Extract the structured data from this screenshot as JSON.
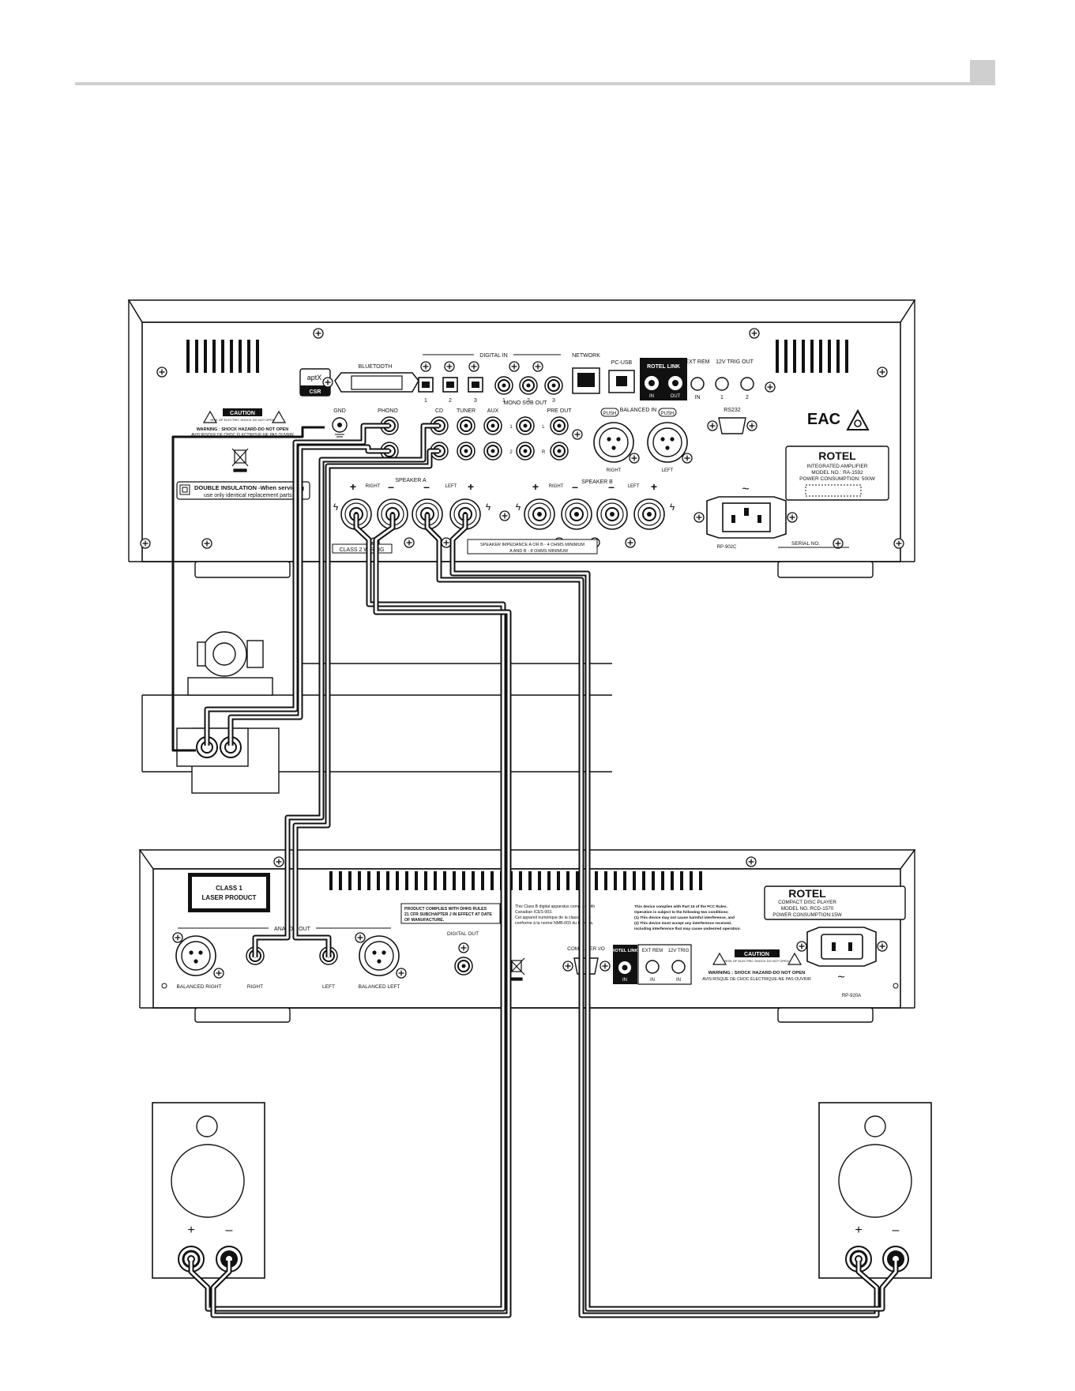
{
  "amplifier": {
    "brand": "ROTEL",
    "badge_top": "aptX",
    "badge_bottom": "CSR",
    "bluetooth": "BLUETOOTH",
    "digital_in": "DIGITAL IN",
    "digital_in_numbers": [
      "1",
      "2",
      "3",
      "1",
      "2",
      "3"
    ],
    "network": "NETWORK",
    "pc_usb": "PC-USB",
    "rotel_link": "ROTEL  LINK",
    "link_in": "IN",
    "link_out": "OUT",
    "ext_rem": "EXT\nREM",
    "ext_rem_in": "IN",
    "trig_out": "12V TRIG OUT",
    "trig_numbers": [
      "1",
      "2"
    ],
    "rs232": "RS232",
    "gnd": "GND",
    "phono": "PHONO",
    "cd": "CD",
    "tuner": "TUNER",
    "aux": "AUX",
    "mono_sub_out": "MONO\nSUB OUT",
    "pre_out": "PRE OUT",
    "balanced_in": "BALANCED IN",
    "push": "PUSH",
    "right": "RIGHT",
    "left": "LEFT",
    "channel_l": "L",
    "channel_r": "R",
    "caution": "CAUTION",
    "caution_sub": "RISK OF ELECTRIC SHOCK\nDO NOT OPEN",
    "warning_line1": "WARNING : SHOCK HAZARD-DO NOT OPEN",
    "warning_line2": "AVIS:RISQUE DE CHOC ÉLECTRIQUE-NE PAS OUVRIR",
    "double_insulation_1": "DOUBLE INSULATION -When servicing",
    "double_insulation_2": "use only identical replacement parts",
    "speaker_a": "SPEAKER  A",
    "speaker_b": "SPEAKER  B",
    "class2": "CLASS 2 WIRING",
    "impedance_1": "SPEAKER IMPEDANCE   A  OR  B - 4 OHMS MINIMUM",
    "impedance_2": "A AND B - 8 OHMS MINIMUM",
    "label_line1": "INTEGRATED AMPLIFIER",
    "label_line2": "MODEL NO.: RA-1592",
    "label_line3": "POWER CONSUMPTION: 500W",
    "serial": "SERIAL NO.",
    "code": "RP-902C",
    "eac": "EAC",
    "ac_symbol": "~"
  },
  "cd_player": {
    "brand": "ROTEL",
    "laser_1": "CLASS 1",
    "laser_2": "LASER PRODUCT",
    "dhhs_1": "PRODUCT COMPLIES WITH DHHS RULES",
    "dhhs_2": "21 CFR SUBCHAPTER J IN EFFECT AT DATE",
    "dhhs_3": "OF MANUFACTURE.",
    "analog_out": "ANALOG OUT",
    "balanced_right": "BALANCED RIGHT",
    "right": "RIGHT",
    "left": "LEFT",
    "balanced_left": "BALANCED LEFT",
    "digital_out": "DIGITAL OUT",
    "canada_1": "This Class B digital apparatus complies with",
    "canada_2": "Canadian ICES-003.",
    "canada_3": "Cet appareil numérique de la classe B est",
    "canada_4": "conforme à la norme NMB-003 du Canada.",
    "fcc_1": "This device complies with Part 15 of the FCC Rules.",
    "fcc_2": "Operation is subject to the following two conditions:",
    "fcc_3": "(1) This device may not cause harmful interference, and",
    "fcc_4": "(2) This device must accept any interference received,",
    "fcc_5": "including interference that may cause undesired operation.",
    "computer_io": "COMPUTER I/O",
    "rotel_link": "ROTEL\nLINK",
    "ext_rem": "EXT REM",
    "trig": "12V TRIG",
    "in": "IN",
    "caution": "CAUTION",
    "caution_sub": "RISK OF ELECTRIC SHOCK\nDO NOT OPEN",
    "warning_line1": "WARNING : SHOCK HAZARD-DO NOT OPEN",
    "warning_line2": "AVIS:RISQUE DE CHOC ÉLECTRIQUE-NE PAS OUVRIR",
    "label_line1": "COMPACT DISC PLAYER",
    "label_line2": "MODEL NO.:RCD-1570",
    "label_line3": "POWER CONSUMPTION:15W",
    "code": "RP-920A",
    "ac_symbol": "~"
  },
  "speakers": {
    "plus": "+",
    "minus": "–"
  }
}
